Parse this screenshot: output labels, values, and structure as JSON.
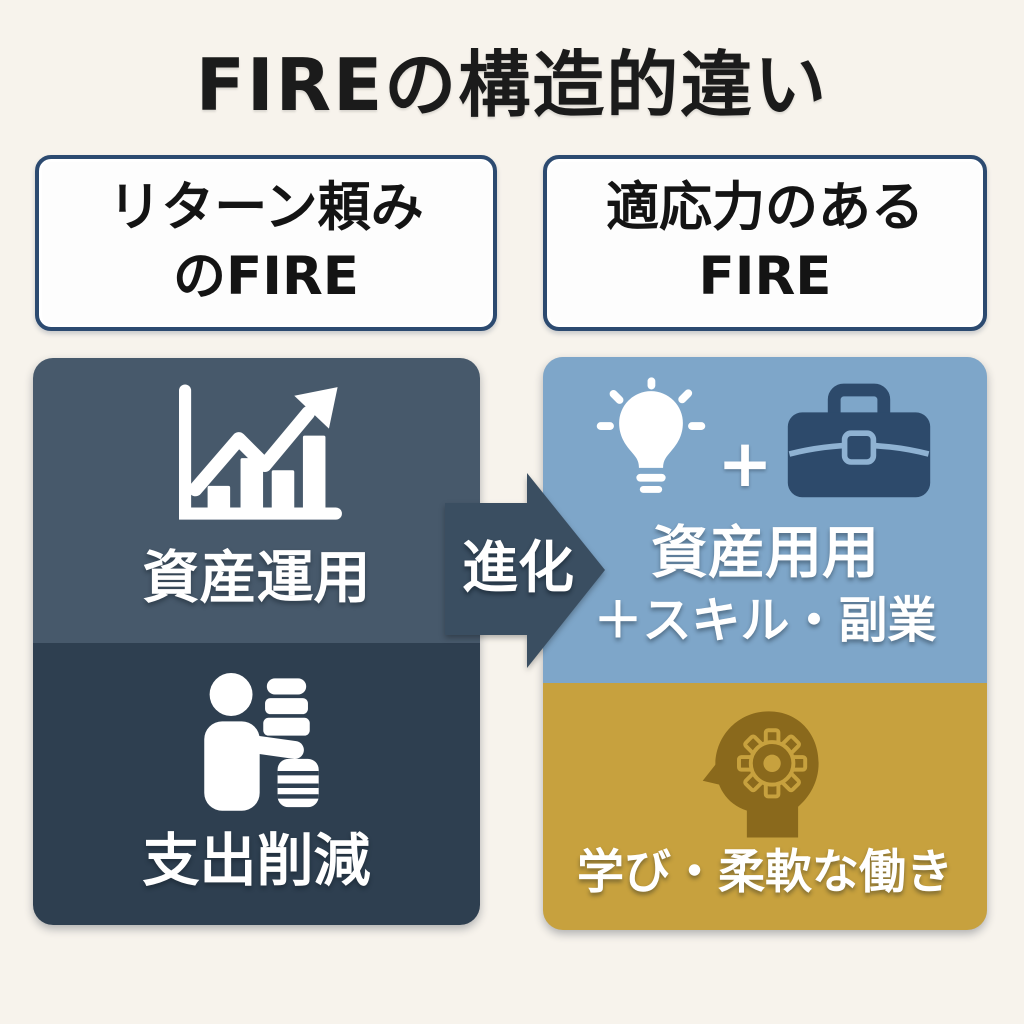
{
  "title": "FIREの構造的違い",
  "left_header": {
    "line1": "リターン頼み",
    "line2": "のFIRE"
  },
  "right_header": {
    "line1": "適応力のある",
    "line2": "FIRE"
  },
  "left_column": {
    "top_panel": {
      "label": "資産運用",
      "icon": "growth-chart-icon"
    },
    "bottom_panel": {
      "label": "支出削減",
      "icon": "person-savings-icon"
    }
  },
  "arrow": {
    "label": "進化"
  },
  "right_column": {
    "top_panel": {
      "icons": [
        "lightbulb-icon",
        "plus-sign",
        "briefcase-icon"
      ],
      "plus": "+",
      "label_line1": "資産用用",
      "label_line2": "＋スキル・副業"
    },
    "bottom_panel": {
      "label": "学び・柔軟な働き",
      "icon": "head-gear-icon"
    }
  },
  "colors": {
    "background": "#f7f3ec",
    "title_text": "#1b1b1b",
    "header_border": "#2c4a70",
    "header_fill": "#fdfdfd",
    "panel_asset": "#47596b",
    "panel_expense": "#2e3f50",
    "panel_skills": "#7ea6c9",
    "panel_learning": "#c7a13e",
    "arrow_fill": "#3a4e61",
    "briefcase_fill": "#2d4a6b",
    "head_gear_fill": "#8a691c",
    "panel_text": "#ffffff"
  }
}
